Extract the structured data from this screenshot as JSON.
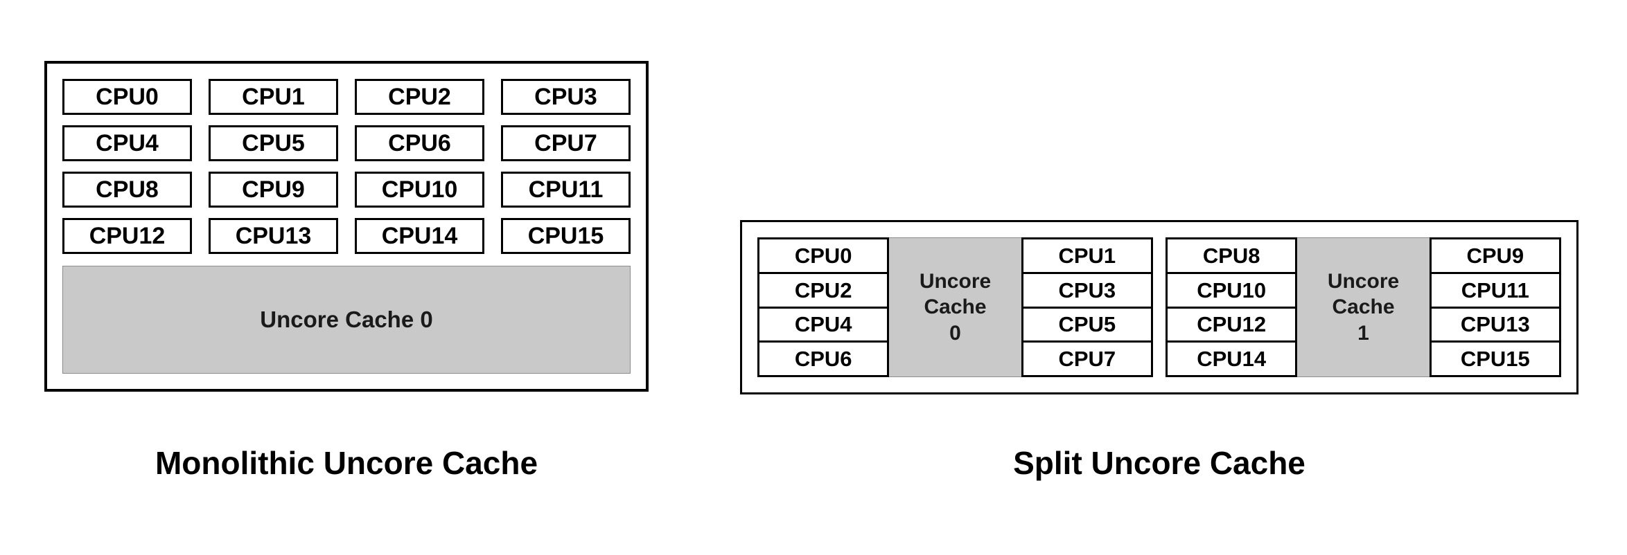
{
  "colors": {
    "cache_fill": "#c9c9c9",
    "border_color": "#000000",
    "cache_edge": "#8c8c8c"
  },
  "monolithic": {
    "caption": "Monolithic Uncore Cache",
    "cpu_grid": [
      [
        "CPU0",
        "CPU1",
        "CPU2",
        "CPU3"
      ],
      [
        "CPU4",
        "CPU5",
        "CPU6",
        "CPU7"
      ],
      [
        "CPU8",
        "CPU9",
        "CPU10",
        "CPU11"
      ],
      [
        "CPU12",
        "CPU13",
        "CPU14",
        "CPU15"
      ]
    ],
    "cache_label": "Uncore Cache 0"
  },
  "split": {
    "caption": "Split Uncore Cache",
    "clusters": [
      {
        "left_cpus": [
          "CPU0",
          "CPU2",
          "CPU4",
          "CPU6"
        ],
        "cache_lines": [
          "Uncore",
          "Cache",
          "0"
        ],
        "right_cpus": [
          "CPU1",
          "CPU3",
          "CPU5",
          "CPU7"
        ]
      },
      {
        "left_cpus": [
          "CPU8",
          "CPU10",
          "CPU12",
          "CPU14"
        ],
        "cache_lines": [
          "Uncore",
          "Cache",
          "1"
        ],
        "right_cpus": [
          "CPU9",
          "CPU11",
          "CPU13",
          "CPU15"
        ]
      }
    ]
  }
}
